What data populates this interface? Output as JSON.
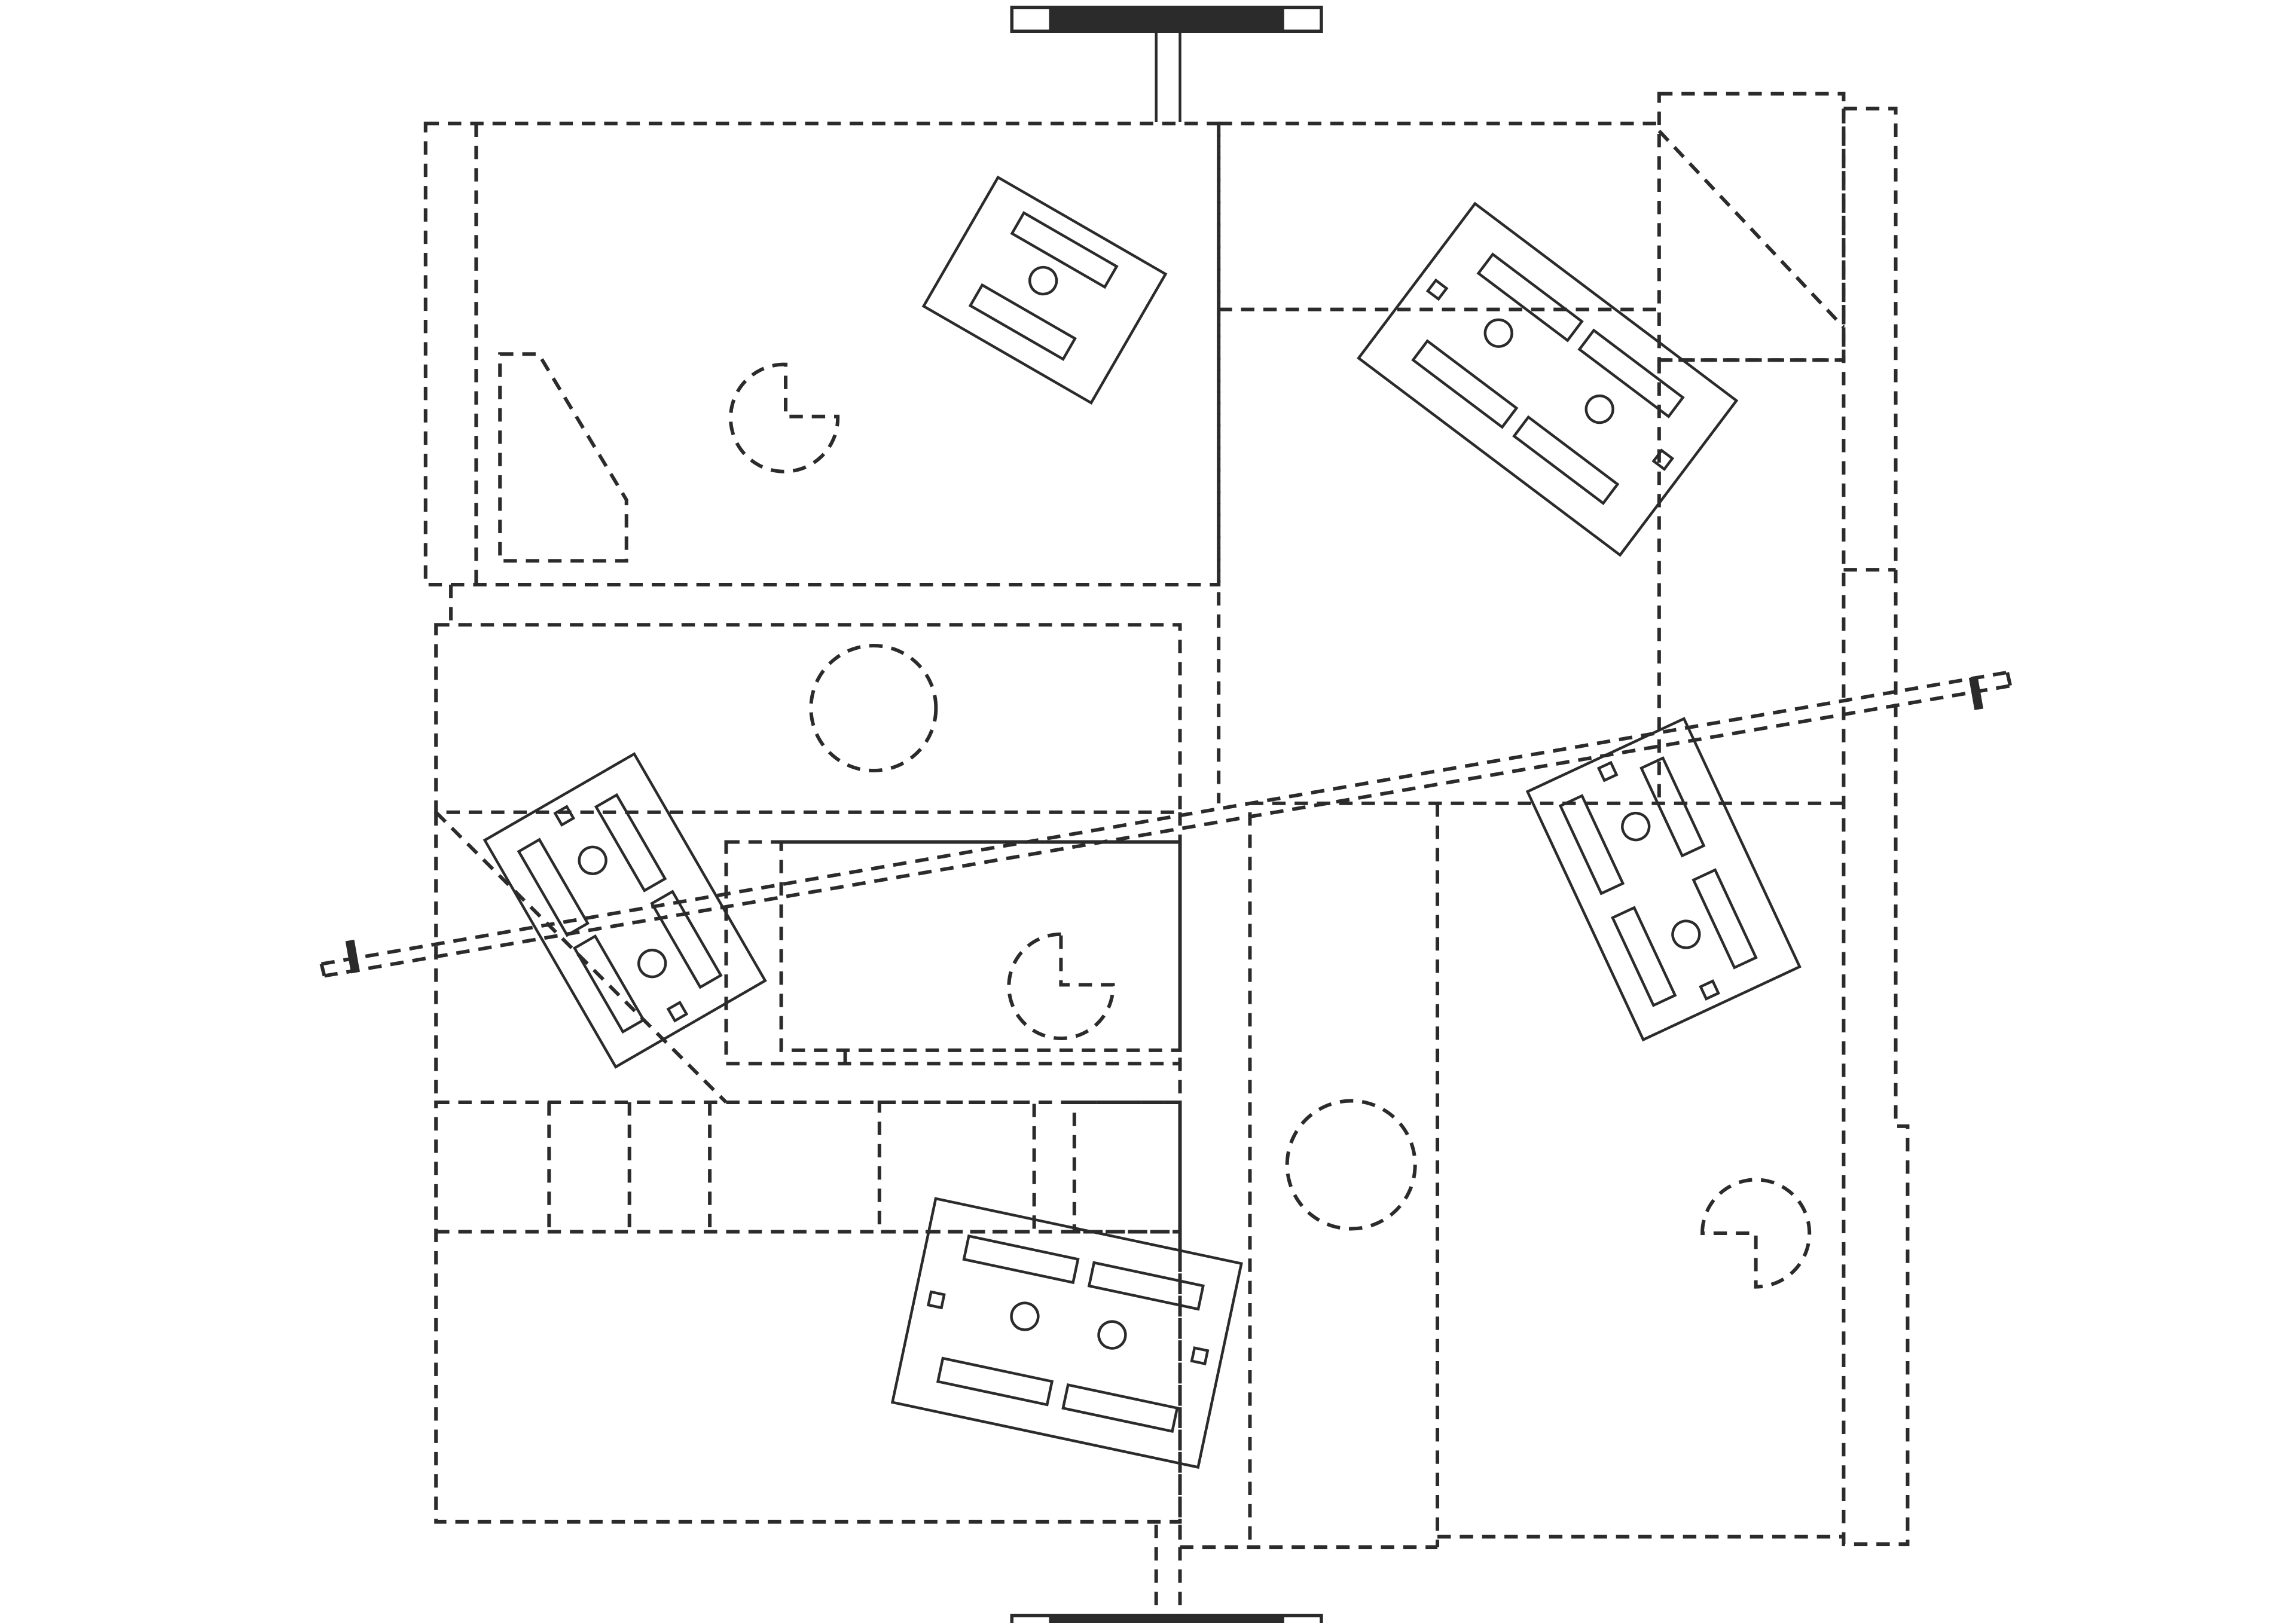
{
  "drawing": {
    "ink_color": "#2b2b2b",
    "background_color": "#ffffff",
    "line_style": "dashed"
  },
  "rooms": [
    "upper-left-room",
    "left-wall-strip",
    "upper-right-room",
    "upper-right-corner-room",
    "right-wall-strip",
    "middle-left-room",
    "center-room",
    "lower-left-room",
    "lower-center-column",
    "lower-right-room"
  ],
  "furniture_units": [
    "desk-cluster-top",
    "desk-cluster-upper-right",
    "desk-cluster-left",
    "desk-cluster-right",
    "desk-cluster-bottom"
  ]
}
